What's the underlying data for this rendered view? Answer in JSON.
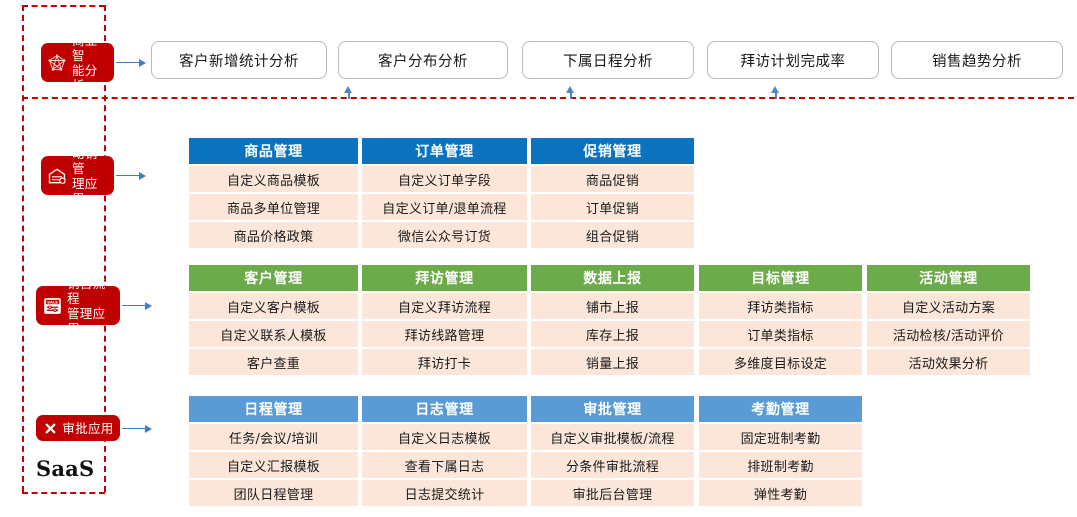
{
  "colors": {
    "dashed_frame": "#c00000",
    "badge_bg": "#c00000",
    "connector_blue": "#3f7fc1",
    "header_blue_dark": "#0b72bf",
    "header_green": "#6cab4a",
    "header_blue_light": "#5b9bd5",
    "row_bg": "#fbe6d9",
    "pill_border": "#b9b9b9"
  },
  "brand": {
    "saas_label": "SaaS"
  },
  "sidebar": {
    "items": [
      {
        "label": "商业智\n能分析",
        "icon": "network-graph-icon",
        "multiline": true
      },
      {
        "label": "动销管\n理应用",
        "icon": "warehouse-icon",
        "multiline": true
      },
      {
        "label": "销售流程\n管理应用",
        "icon": "sale-tag-icon",
        "multiline": true
      },
      {
        "label": "审批应用",
        "icon": "cross-mark-icon",
        "multiline": false
      }
    ]
  },
  "bi_pills": [
    {
      "label": "客户新增统计分析"
    },
    {
      "label": "客户分布分析"
    },
    {
      "label": "下属日程分析"
    },
    {
      "label": "拜访计划完成率"
    },
    {
      "label": "销售趋势分析"
    }
  ],
  "rows": [
    {
      "id": "dongxiao",
      "header_color": "#0b72bf",
      "cards": [
        {
          "title": "商品管理",
          "items": [
            "自定义商品模板",
            "商品多单位管理",
            "商品价格政策"
          ]
        },
        {
          "title": "订单管理",
          "items": [
            "自定义订单字段",
            "自定义订单/退单流程",
            "微信公众号订货"
          ]
        },
        {
          "title": "促销管理",
          "items": [
            "商品促销",
            "订单促销",
            "组合促销"
          ]
        }
      ]
    },
    {
      "id": "xiaoshou",
      "header_color": "#6cab4a",
      "cards": [
        {
          "title": "客户管理",
          "items": [
            "自定义客户模板",
            "自定义联系人模板",
            "客户查重"
          ]
        },
        {
          "title": "拜访管理",
          "items": [
            "自定义拜访流程",
            "拜访线路管理",
            "拜访打卡"
          ]
        },
        {
          "title": "数据上报",
          "items": [
            "铺市上报",
            "库存上报",
            "销量上报"
          ]
        },
        {
          "title": "目标管理",
          "items": [
            "拜访类指标",
            "订单类指标",
            "多维度目标设定"
          ]
        },
        {
          "title": "活动管理",
          "items": [
            "自定义活动方案",
            "活动检核/活动评价",
            "活动效果分析"
          ]
        }
      ]
    },
    {
      "id": "shenpi",
      "header_color": "#5b9bd5",
      "cards": [
        {
          "title": "日程管理",
          "items": [
            "任务/会议/培训",
            "自定义汇报模板",
            "团队日程管理"
          ]
        },
        {
          "title": "日志管理",
          "items": [
            "自定义日志模板",
            "查看下属日志",
            "日志提交统计"
          ]
        },
        {
          "title": "审批管理",
          "items": [
            "自定义审批模板/流程",
            "分条件审批流程",
            "审批后台管理"
          ]
        },
        {
          "title": "考勤管理",
          "items": [
            "固定班制考勤",
            "排班制考勤",
            "弹性考勤"
          ]
        }
      ]
    }
  ]
}
